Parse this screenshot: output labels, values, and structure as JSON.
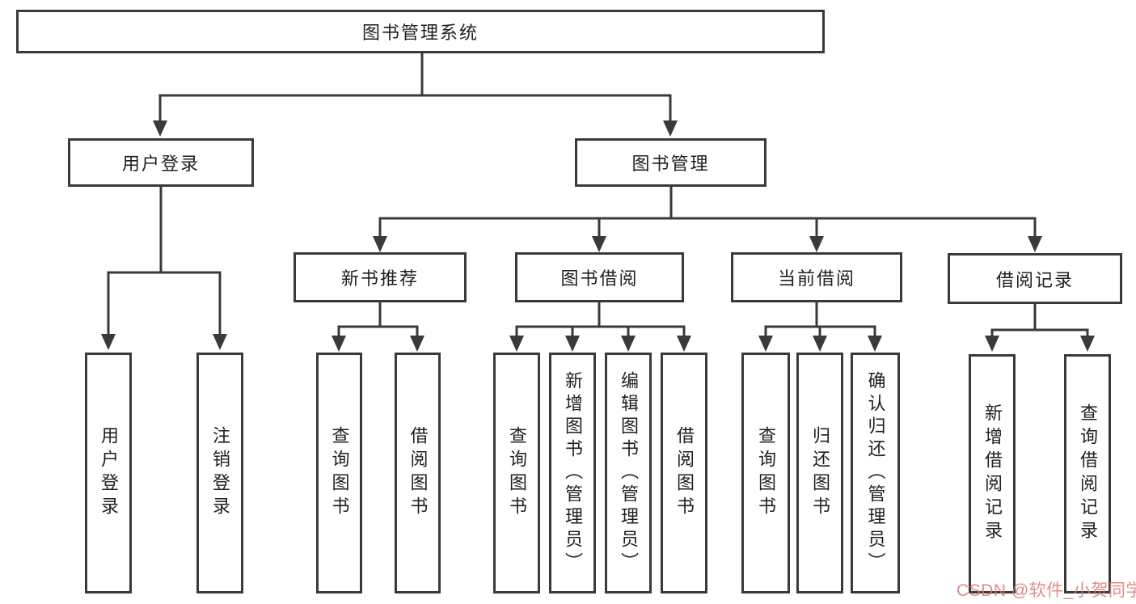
{
  "nodes": {
    "root": "图书管理系统",
    "level1": {
      "user_login": "用户登录",
      "book_management": "图书管理"
    },
    "level2": {
      "new_book_recommend": "新书推荐",
      "book_borrow": "图书借阅",
      "current_borrow": "当前借阅",
      "borrow_records": "借阅记录"
    },
    "leaves": {
      "user_login": [
        "用户登录",
        "注销登录"
      ],
      "new_book_recommend": [
        "查询图书",
        "借阅图书"
      ],
      "book_borrow": [
        "查询图书",
        "新增图书（管理员）",
        "编辑图书（管理员）",
        "借阅图书"
      ],
      "current_borrow": [
        "查询图书",
        "归还图书",
        "确认归还（管理员）"
      ],
      "borrow_records": [
        "新增借阅记录",
        "查询借阅记录"
      ]
    }
  },
  "watermark": {
    "text": "CSDN @软件_小贺同学",
    "color": "#db7870"
  },
  "colors": {
    "line": "#3a3a3a",
    "box_border": "#3a3a3a",
    "text": "#1f1f1f",
    "background": "#ffffff"
  }
}
